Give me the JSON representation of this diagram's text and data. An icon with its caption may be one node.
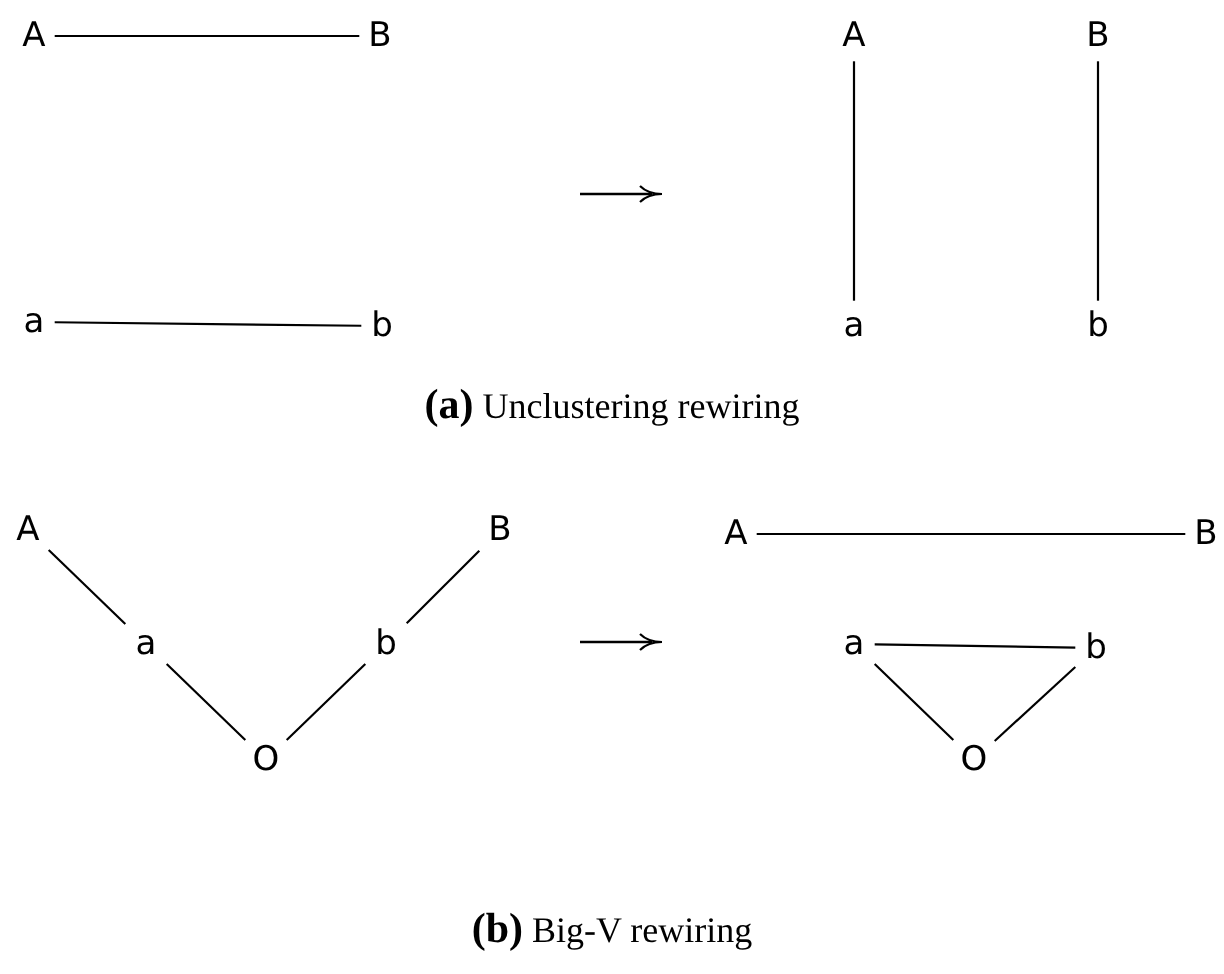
{
  "diagram": {
    "nodes": [
      {
        "text": [
          "A"
        ]
      },
      {
        "text": [
          "B"
        ]
      },
      {
        "text": [
          "a"
        ]
      },
      {
        "text": [
          "b"
        ]
      },
      {
        "text": [
          "A"
        ]
      },
      {
        "text": [
          "B"
        ]
      },
      {
        "text": [
          "a"
        ]
      },
      {
        "text": [
          "b"
        ]
      },
      {
        "text": [
          "A"
        ]
      },
      {
        "text": [
          "B"
        ]
      },
      {
        "text": [
          "a"
        ]
      },
      {
        "text": [
          "b"
        ]
      },
      {
        "text": [
          "O"
        ]
      },
      {
        "text": [
          "A"
        ]
      },
      {
        "text": [
          "B"
        ]
      },
      {
        "text": [
          "a"
        ]
      },
      {
        "text": [
          "b"
        ]
      },
      {
        "text": [
          "O"
        ]
      }
    ],
    "edges": [
      {
        "from": 0,
        "to": 1,
        "arrow": "none"
      },
      {
        "from": 2,
        "to": 3,
        "arrow": "none"
      },
      {
        "from": 4,
        "to": 6,
        "arrow": "none"
      },
      {
        "from": 5,
        "to": 7,
        "arrow": "none"
      },
      {
        "from": 8,
        "to": 10,
        "arrow": "none"
      },
      {
        "from": 10,
        "to": 12,
        "arrow": "none"
      },
      {
        "from": 9,
        "to": 11,
        "arrow": "none"
      },
      {
        "from": 11,
        "to": 12,
        "arrow": "none"
      },
      {
        "from": 13,
        "to": 14,
        "arrow": "none"
      },
      {
        "from": 15,
        "to": 16,
        "arrow": "none"
      },
      {
        "from": 15,
        "to": 17,
        "arrow": "none"
      },
      {
        "from": 16,
        "to": 17,
        "arrow": "none"
      }
    ],
    "labels": [
      "**(a)** Unclustering rewiring",
      "**(b)** Big-V rewiring"
    ]
  }
}
